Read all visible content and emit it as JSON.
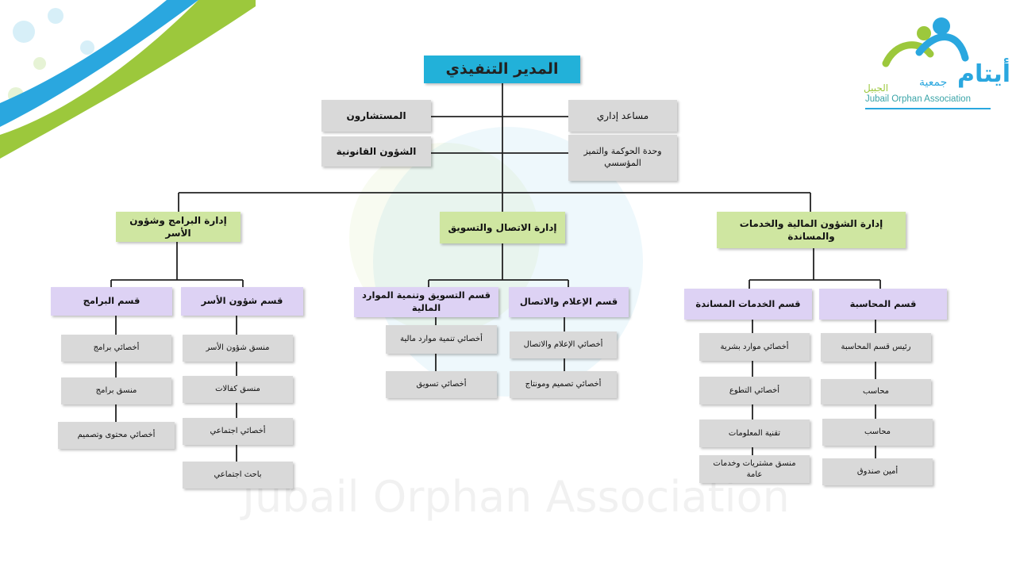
{
  "colors": {
    "ceo_fill": "#22b1d9",
    "grey_fill": "#d9d9d9",
    "green_fill": "#cfe6a1",
    "purple_fill": "#ddd2f4",
    "logo_green": "#9cc83c",
    "logo_blue": "#2aa7df",
    "logo_teal": "#3aa4a8"
  },
  "logo": {
    "ar_small": "جمعية",
    "ar_big": "أيتام",
    "ar_city": "الجبيل",
    "en": "Jubail Orphan Association"
  },
  "ceo": {
    "label": "المدير التنفيذي"
  },
  "advisors": {
    "consultants": "المستشارون",
    "legal": "الشؤون القانونية",
    "admin_assistant": "مساعد إداري",
    "governance": "وحدة الحوكمة والتميز المؤسسي"
  },
  "departments": {
    "programs_family": {
      "label": "إدارة البرامج وشؤون الأسر"
    },
    "communication": {
      "label": "إدارة الاتصال والتسويق"
    },
    "finance": {
      "label": "إدارة الشؤون المالية والخدمات والمساندة"
    }
  },
  "sections": {
    "programs": {
      "label": "قسم البرامج",
      "roles": [
        "أخصائي برامج",
        "منسق برامج",
        "أخصائي محتوى وتصميم"
      ]
    },
    "family": {
      "label": "قسم شؤون الأسر",
      "roles": [
        "منسق شؤون الأسر",
        "منسق كفالات",
        "أخصائي اجتماعي",
        "باحث اجتماعي"
      ]
    },
    "marketing": {
      "label": "قسم التسويق وتنمية الموارد المالية",
      "roles": [
        "أخصائي تنمية موارد مالية",
        "أخصائي تسويق"
      ]
    },
    "media": {
      "label": "قسم الإعلام والاتصال",
      "roles": [
        "أخصائي الإعلام والاتصال",
        "أخصائي تصميم ومونتاج"
      ]
    },
    "support": {
      "label": "قسم الخدمات المساندة",
      "roles": [
        "أخصائي موارد بشرية",
        "أخصائي التطوع",
        "تقنية المعلومات",
        "منسق مشتريات وخدمات عامة"
      ]
    },
    "accounting": {
      "label": "قسم المحاسبة",
      "roles": [
        "رئيس قسم المحاسبة",
        "محاسب",
        "محاسب",
        "أمين صندوق"
      ]
    }
  }
}
